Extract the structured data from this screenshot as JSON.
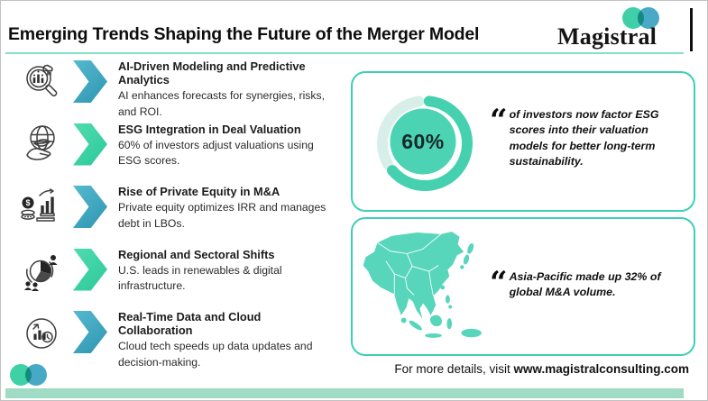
{
  "header": {
    "title": "Emerging Trends Shaping the Future of the Merger Model",
    "brand": "Magistral"
  },
  "trends": [
    {
      "icon": "ai-analytics-magnifier-icon",
      "title": "AI-Driven Modeling and Predictive Analytics",
      "description": "AI enhances forecasts for synergies, risks, and ROI.",
      "chevron_color": "blue"
    },
    {
      "icon": "esg-globe-hand-icon",
      "title": "ESG Integration in Deal Valuation",
      "description": "60% of investors adjust valuations using ESG scores.",
      "chevron_color": "green"
    },
    {
      "icon": "private-equity-money-chart-icon",
      "title": "Rise of Private Equity in M&A",
      "description": "Private equity optimizes IRR and manages debt in LBOs.",
      "chevron_color": "blue"
    },
    {
      "icon": "regional-sectoral-pie-people-icon",
      "title": "Regional and Sectoral Shifts",
      "description": "U.S. leads in renewables & digital infrastructure.",
      "chevron_color": "green"
    },
    {
      "icon": "realtime-data-clock-chart-icon",
      "title": "Real-Time Data and Cloud Collaboration",
      "description": "Cloud tech speeds up data updates and decision-making.",
      "chevron_color": "blue"
    }
  ],
  "stats": [
    {
      "type": "donut",
      "value": "60%",
      "percent": 60,
      "quote": "of investors now factor ESG scores into their valuation models for better long-term sustainability."
    },
    {
      "type": "map",
      "region": "Asia-Pacific",
      "quote": "Asia-Pacific made up 32% of global M&A volume."
    }
  ],
  "footer": {
    "text": "For more details, visit ",
    "link": "www.magistralconsulting.com"
  },
  "icons": {
    "quote_mark": "“",
    "dollar_glyph": "$"
  },
  "colors": {
    "accent_teal": "#3ecfb4",
    "accent_blue": "#3f9fb8",
    "chevron_green": "#3bd3a4",
    "chevron_blue": "#3aa7c0",
    "donut_ring": "#45d1af",
    "donut_ring_remainder": "#d7efe8",
    "donut_center": "#4cd3b3",
    "map_fill": "#57d6bb",
    "bottom_bar": "#9fdbc5",
    "title_underline": "#84e0c6"
  }
}
